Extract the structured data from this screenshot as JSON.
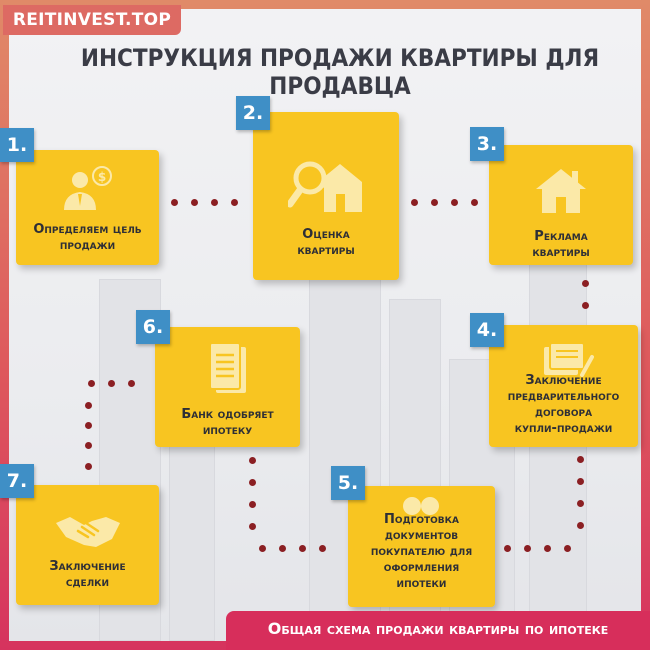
{
  "header": {
    "site_logo": "REITINVEST.TOP",
    "title_line1": "ИНСТРУКЦИЯ ПРОДАЖИ КВАРТИРЫ ДЛЯ",
    "title_line2": "ПРОДАВЦА"
  },
  "steps": [
    {
      "number": "1.",
      "line1": "Определяем цель",
      "line2": "продажи",
      "icon": "businessman-money-icon"
    },
    {
      "number": "2.",
      "line1": "Оценка",
      "line2": "квартиры",
      "icon": "house-magnifier-icon"
    },
    {
      "number": "3.",
      "line1": "Реклама",
      "line2": "квартиры",
      "icon": "house-icon"
    },
    {
      "number": "4.",
      "line1": "Заключение",
      "line2": "предварительного",
      "line3": "договора",
      "line4": "купли-продажи",
      "icon": "documents-signing-icon"
    },
    {
      "number": "5.",
      "line1": "Подготовка",
      "line2": "документов",
      "line3": "покупателю для",
      "line4": "оформления",
      "line5": "ипотеки",
      "icon": "documents-icon"
    },
    {
      "number": "6.",
      "line1": "Банк одобряет",
      "line2": "ипотеку",
      "icon": "document-icon"
    },
    {
      "number": "7.",
      "line1": "Заключение",
      "line2": "сделки",
      "icon": "handshake-icon"
    }
  ],
  "footer": {
    "caption": "Общая схема продажи квартиры по ипотеке"
  },
  "colors": {
    "box": "#f8c521",
    "badge": "#3f8fc6",
    "footer": "#d72e5b",
    "logo": "#dd6a63",
    "dots": "#8b1f23"
  }
}
